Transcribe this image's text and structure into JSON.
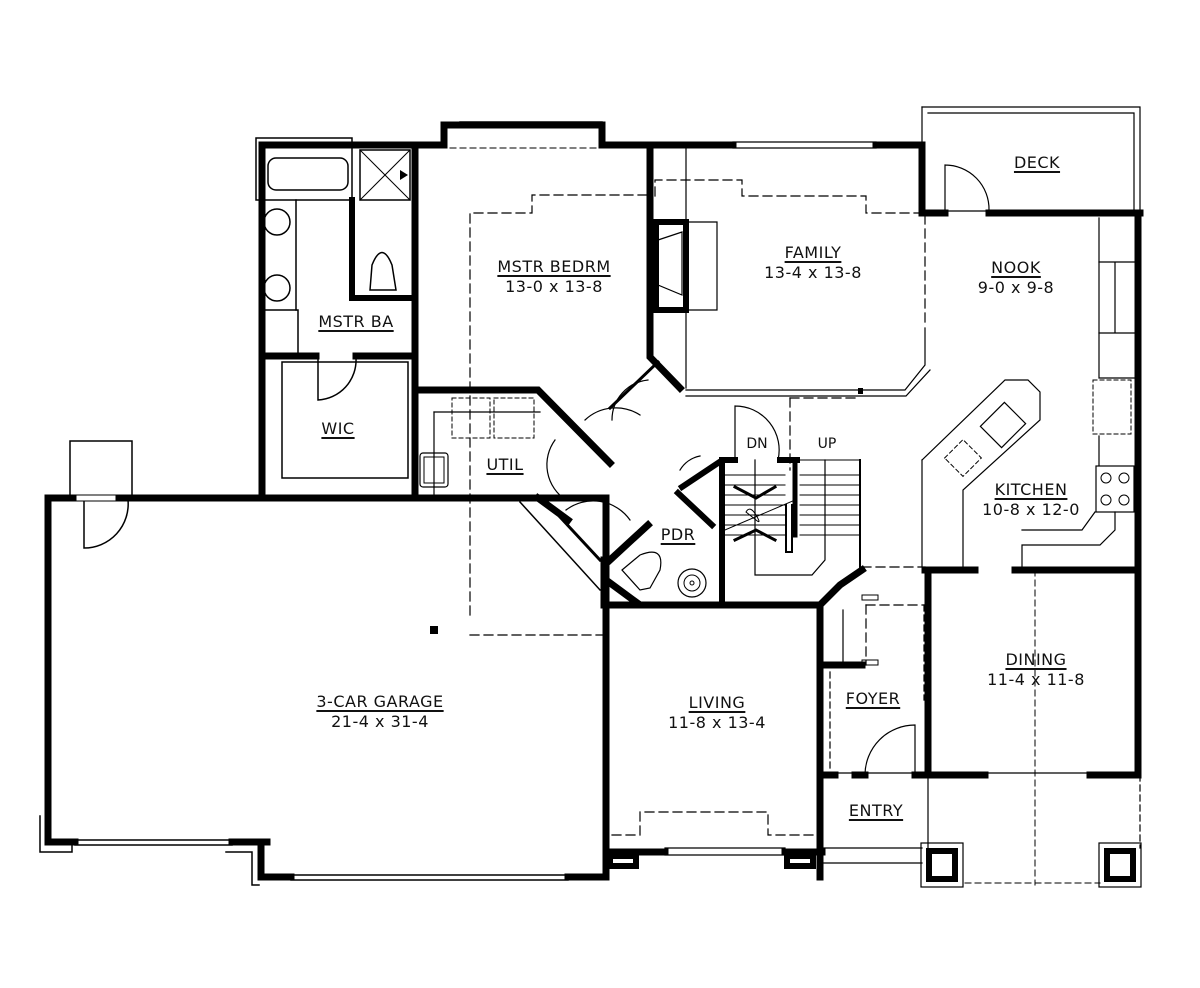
{
  "plan": {
    "colors": {
      "wall": "#000000",
      "background": "#ffffff",
      "line": "#111111"
    },
    "rooms": [
      {
        "id": "mstr-bedrm",
        "name": "MSTR BEDRM",
        "dim": "13-0 x 13-8"
      },
      {
        "id": "family",
        "name": "FAMILY",
        "dim": "13-4 x 13-8"
      },
      {
        "id": "deck",
        "name": "DECK",
        "dim": ""
      },
      {
        "id": "nook",
        "name": "NOOK",
        "dim": "9-0 x 9-8"
      },
      {
        "id": "mstr-ba",
        "name": "MSTR BA",
        "dim": ""
      },
      {
        "id": "wic",
        "name": "WIC",
        "dim": ""
      },
      {
        "id": "util",
        "name": "UTIL",
        "dim": ""
      },
      {
        "id": "kitchen",
        "name": "KITCHEN",
        "dim": "10-8 x 12-0"
      },
      {
        "id": "pdr",
        "name": "PDR",
        "dim": ""
      },
      {
        "id": "garage",
        "name": "3-CAR GARAGE",
        "dim": "21-4 x 31-4"
      },
      {
        "id": "living",
        "name": "LIVING",
        "dim": "11-8 x 13-4"
      },
      {
        "id": "foyer",
        "name": "FOYER",
        "dim": ""
      },
      {
        "id": "dining",
        "name": "DINING",
        "dim": "11-4 x 11-8"
      },
      {
        "id": "entry",
        "name": "ENTRY",
        "dim": ""
      }
    ],
    "stairs": {
      "down_label": "DN",
      "up_label": "UP"
    }
  }
}
